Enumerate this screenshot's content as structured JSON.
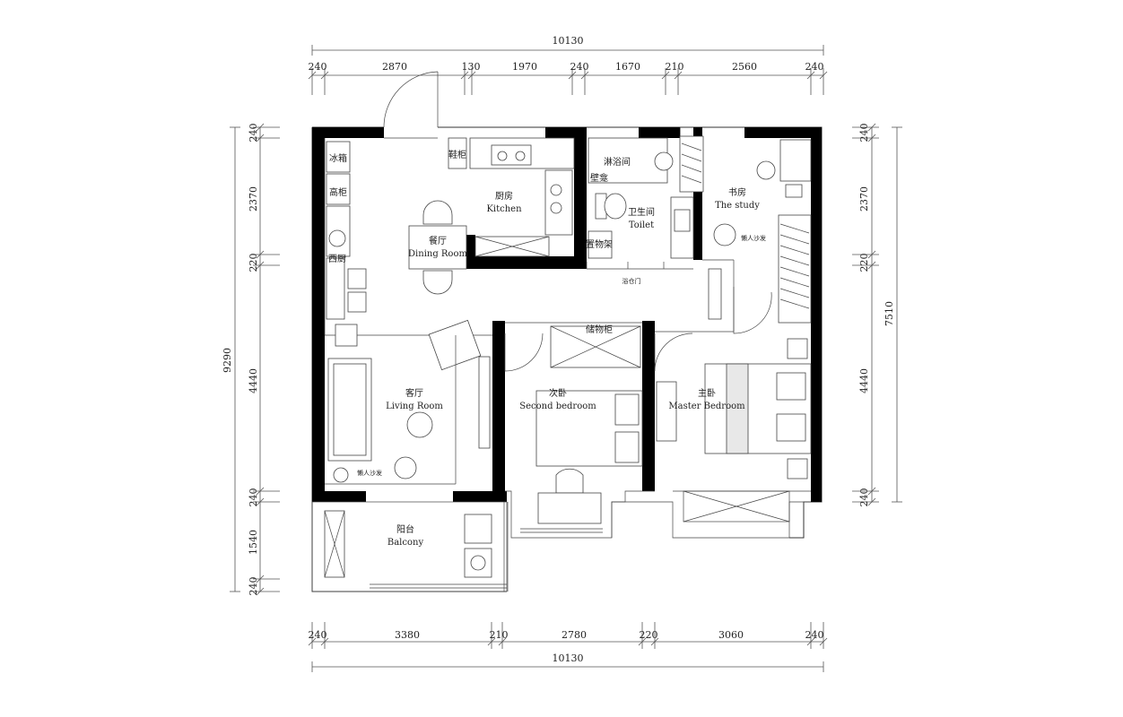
{
  "dimensions": {
    "top_total": "10130",
    "top_segments": [
      "240",
      "2870",
      "130",
      "1970",
      "240",
      "1670",
      "210",
      "2560",
      "240"
    ],
    "bottom_total": "10130",
    "bottom_segments": [
      "240",
      "3380",
      "210",
      "2780",
      "220",
      "3060",
      "240"
    ],
    "left_total": "9290",
    "left_segments": [
      "240",
      "2370",
      "220",
      "4440",
      "240",
      "1540",
      "240"
    ],
    "right_total": "7510",
    "right_segments": [
      "240",
      "2370",
      "220",
      "4440",
      "240"
    ]
  },
  "rooms": {
    "fridge": "冰箱",
    "tall_cabinet": "高柜",
    "western_kitchen": "西厨",
    "shoe_cabinet": "鞋柜",
    "kitchen_cn": "厨房",
    "kitchen_en": "Kitchen",
    "dining_cn": "餐厅",
    "dining_en": "Dining Room",
    "shower_cn": "淋浴间",
    "niche_cn": "壁龛",
    "shelf_cn": "置物架",
    "toilet_cn": "卫生间",
    "toilet_en": "Toilet",
    "bath_door": "浴仓门",
    "study_cn": "书房",
    "study_en": "The study",
    "lazy_sofa_study": "懒人沙发",
    "storage_cabinet": "储物柜",
    "living_cn": "客厅",
    "living_en": "Living Room",
    "lazy_sofa_living": "懒人沙发",
    "second_bedroom_cn": "次卧",
    "second_bedroom_en": "Second bedroom",
    "master_bedroom_cn": "主卧",
    "master_bedroom_en": "Master Bedroom",
    "balcony_cn": "阳台",
    "balcony_en": "Balcony"
  }
}
